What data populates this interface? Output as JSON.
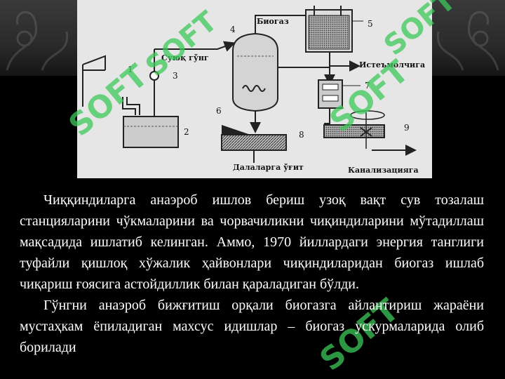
{
  "diagram": {
    "labels": {
      "liquid_manure": "Суюқ гўнг",
      "biogas": "Биогаз",
      "consumer": "Истеъмолчига",
      "field_manure": "Далаларга ўғит",
      "sewage": "Канализацияга"
    },
    "numbers": [
      "1",
      "2",
      "3",
      "4",
      "5",
      "6",
      "7",
      "8",
      "9"
    ]
  },
  "watermark": "SOFT",
  "paragraphs": [
    "Чиққиндиларга анаэроб ишлов бериш узоқ вақт сув тозалаш станцияларини чўкмаларини ва чорвачиликни чиқиндиларини мўтадиллаш мақсадида ишлатиб келинган. Аммо, 1970 йиллардаги энергия танглиги туфайли қишлоқ хўжалик ҳайвонлари чиқиндиларидан биогаз ишлаб чиқариш ғоясига астойдиллик билан қараладиган бўлди.",
    "Гўнгни анаэроб бижғитиш орқали биогазга айлантириш жараёни мустаҳкам ёпиладиган махсус идишлар – биогаз ускурмаларида олиб борилади"
  ],
  "colors": {
    "background": "#000000",
    "diagram_bg": "#e6e6e6",
    "watermark": "#3cc85a",
    "text": "#ffffff"
  }
}
